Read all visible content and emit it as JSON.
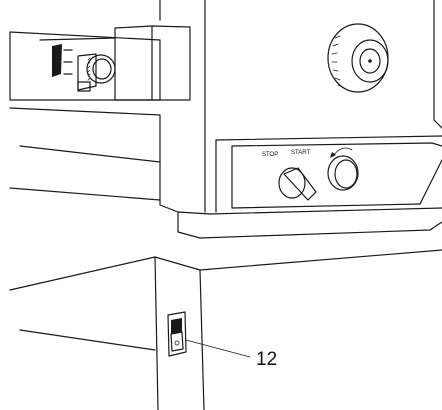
{
  "figure": {
    "panel_labels": {
      "stop": "STOP",
      "start": "START"
    },
    "callouts": [
      {
        "number": "12",
        "target": "rocker-switch"
      }
    ],
    "colors": {
      "line": "#1a1a1a",
      "background": "#ffffff"
    }
  }
}
